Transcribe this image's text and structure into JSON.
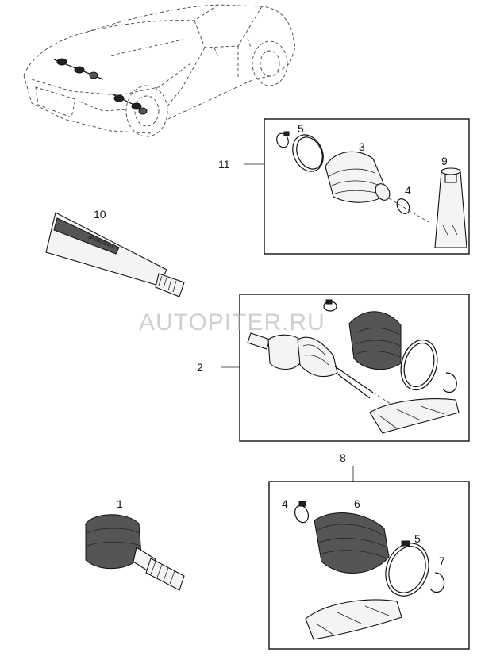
{
  "watermark": "AUTOPITER.RU",
  "callouts": {
    "c1": "1",
    "c2": "2",
    "c3": "3",
    "c4_top": "4",
    "c4_bottom": "4",
    "c5_top": "5",
    "c5_bottom": "5",
    "c6": "6",
    "c7": "7",
    "c8": "8",
    "c9": "9",
    "c10": "10",
    "c11": "11"
  },
  "grease_tube_label": "1P 90005411"
}
